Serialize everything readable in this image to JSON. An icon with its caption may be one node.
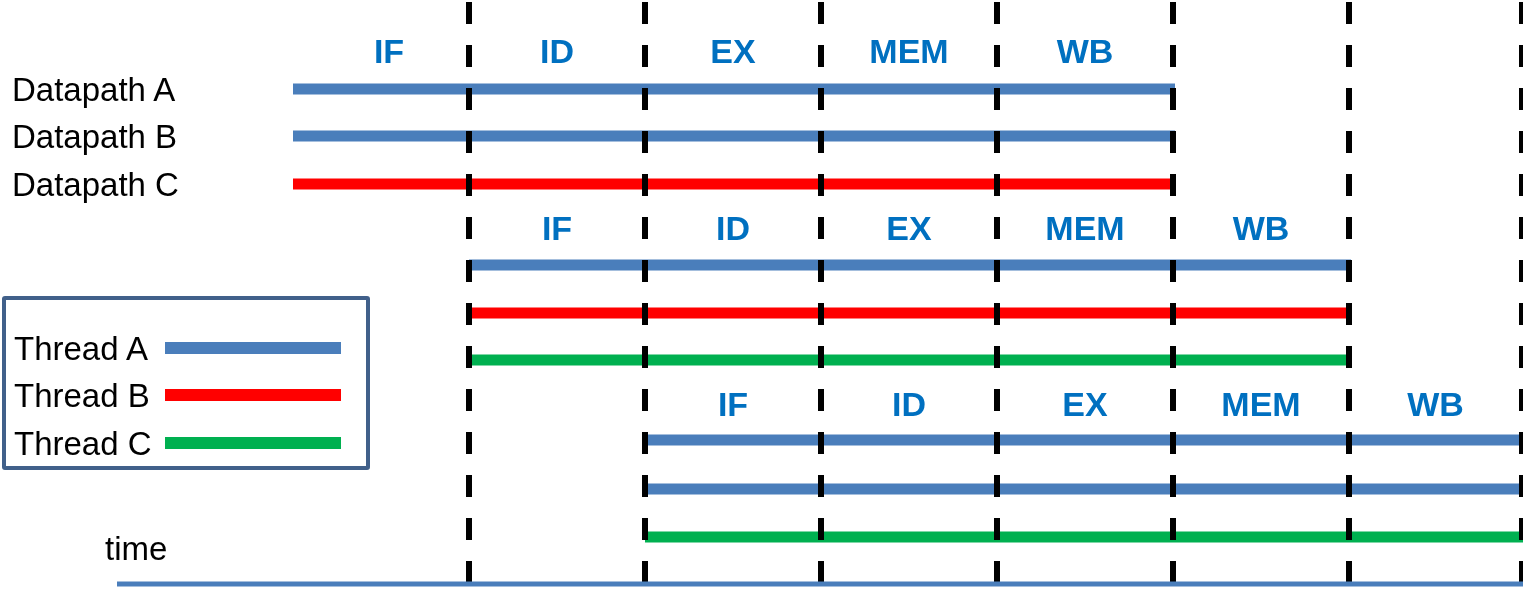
{
  "diagram": {
    "labels": [
      "IF",
      "ID",
      "EX",
      "MEM",
      "WB",
      "Datapath A",
      "Datapath B",
      "Datapath C",
      "IF",
      "ID",
      "EX",
      "MEM",
      "WB",
      "IF",
      "ID",
      "EX",
      "MEM",
      "WB",
      "time"
    ],
    "legend": [
      {
        "text": "Thread A",
        "color": "#4a7ebb"
      },
      {
        "text": "Thread B",
        "color": "#ff0000"
      },
      {
        "text": "Thread C",
        "color": "#00b050"
      }
    ]
  }
}
